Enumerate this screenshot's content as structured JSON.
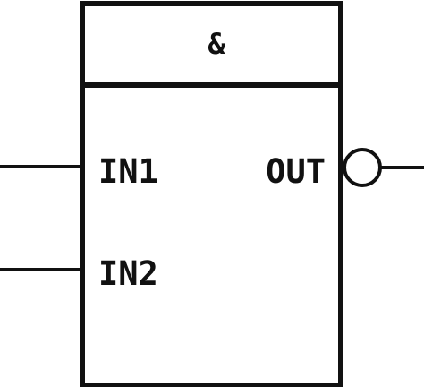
{
  "block": {
    "symbol": "&",
    "inputs": [
      {
        "label": "IN1"
      },
      {
        "label": "IN2"
      }
    ],
    "output": {
      "label": "OUT",
      "inverted": true
    }
  },
  "colors": {
    "stroke": "#111111",
    "background": "#ffffff"
  }
}
